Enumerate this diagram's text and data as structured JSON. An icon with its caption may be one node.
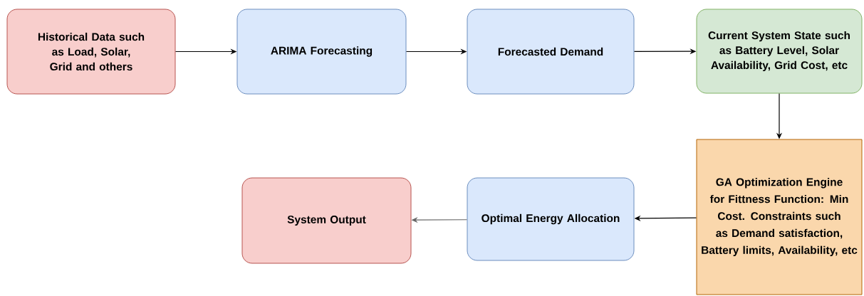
{
  "diagram": {
    "nodes": [
      {
        "text": [
          "Historical Data such as Load, Solar, Grid and others"
        ]
      },
      {
        "text": [
          "ARIMA Forecasting"
        ]
      },
      {
        "text": [
          "Forecasted Demand"
        ]
      },
      {
        "text": [
          "Current System State such as Battery Level, Solar Availability, Grid Cost, etc"
        ]
      },
      {
        "text": [
          "GA Optimization Engine for Fittness Function: Min Cost. Constraints such as Demand satisfaction, Battery limits, Availability, etc"
        ]
      },
      {
        "text": [
          "Optimal Energy Allocation"
        ]
      },
      {
        "text": [
          "System Output"
        ]
      }
    ],
    "edges": [
      {
        "from": 0,
        "to": 1,
        "arrow": "to"
      },
      {
        "from": 1,
        "to": 2,
        "arrow": "to"
      },
      {
        "from": 2,
        "to": 3,
        "arrow": "to"
      },
      {
        "from": 3,
        "to": 4,
        "arrow": "to"
      },
      {
        "from": 4,
        "to": 5,
        "arrow": "to"
      },
      {
        "from": 5,
        "to": 6,
        "arrow": "to",
        "color": "#666666"
      }
    ]
  }
}
